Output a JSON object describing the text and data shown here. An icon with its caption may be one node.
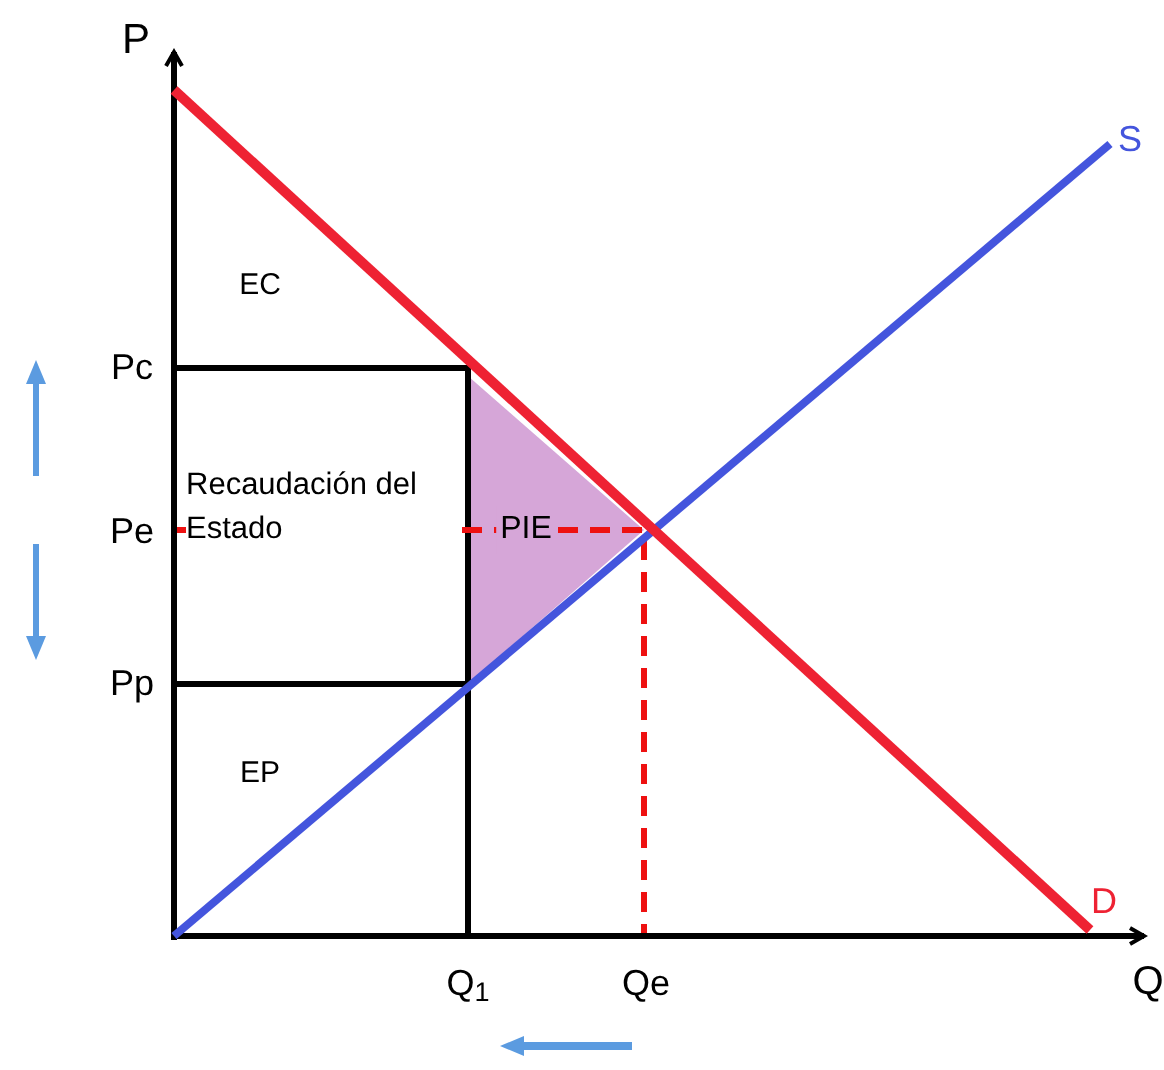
{
  "diagram": {
    "labels": [
      "P",
      "EC",
      "Pc",
      "Pe",
      "Recaudación del Estado",
      "PIE",
      "Pp",
      "EP",
      "Q$_{1}$",
      "Qe",
      "D",
      "S",
      "Q"
    ]
  }
}
